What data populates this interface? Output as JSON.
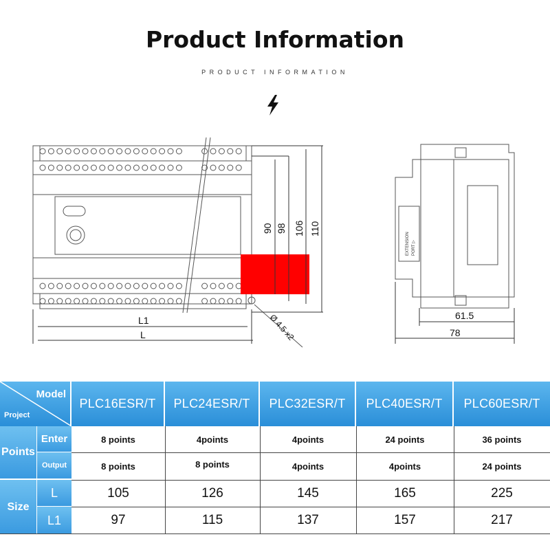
{
  "header": {
    "title": "Product Information",
    "subtitle": "PRODUCT INFORMATION"
  },
  "icons": {
    "bolt": "lightning-bolt-icon"
  },
  "drawing": {
    "front_dims": {
      "d90": "90",
      "d98": "98",
      "d106": "106",
      "d110": "110",
      "l1": "L1",
      "l": "L",
      "hole": "Ø 4.5 x2"
    },
    "side_dims": {
      "d615": "61.5",
      "d78": "78",
      "port_label_1": "EXTENSION",
      "port_label_2": "PORT ▷"
    }
  },
  "table": {
    "corner": {
      "model": "Model",
      "project": "Project"
    },
    "models": [
      "PLC16ESR/T",
      "PLC24ESR/T",
      "PLC32ESR/T",
      "PLC40ESR/T",
      "PLC60ESR/T"
    ],
    "points": {
      "label": "Points",
      "enter_label": "Enter",
      "output_label": "Output",
      "enter": [
        "8 points",
        "4points",
        "4points",
        "24 points",
        "36 points"
      ],
      "output": [
        "8 points",
        "8 points",
        "4points",
        "4points",
        "24 points"
      ]
    },
    "size": {
      "label": "Size",
      "l_label": "L",
      "l1_label": "L1",
      "l": [
        "105",
        "126",
        "145",
        "165",
        "225"
      ],
      "l1": [
        "97",
        "115",
        "137",
        "157",
        "217"
      ]
    }
  },
  "colors": {
    "header_blue": "#2a8ed8",
    "label_blue": "#3a9ae0",
    "red_block": "#ff0000"
  }
}
